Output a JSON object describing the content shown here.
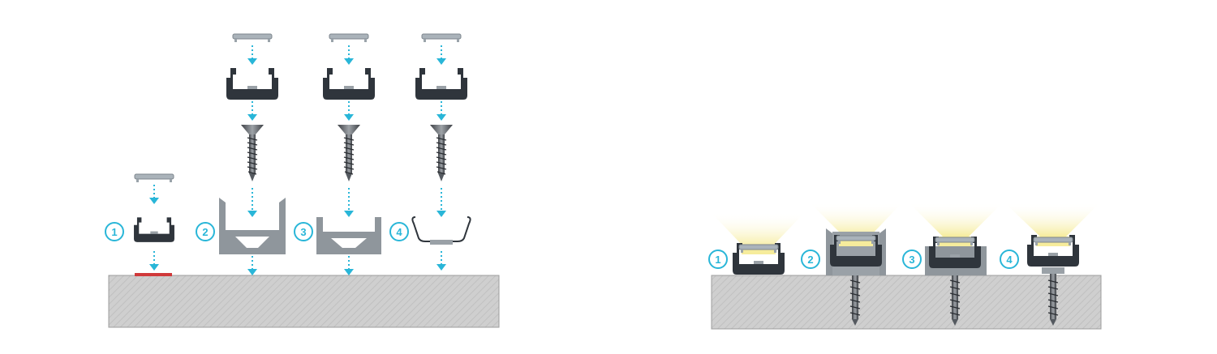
{
  "colors": {
    "arrow": "#29b6d8",
    "profile": "#2f353c",
    "cover": "#aab3ba",
    "adapter": "#8f969c",
    "surface": "#cfcfcf",
    "surface_hatch": "#bdbdbd",
    "adhesive": "#d0393a",
    "light": "#f6ec9c",
    "number_ring": "#29b6d8"
  },
  "left_panel": {
    "mounts": [
      {
        "number": "1",
        "method": "adhesive-tape"
      },
      {
        "number": "2",
        "method": "screw-with-deep-mount-clip"
      },
      {
        "number": "3",
        "method": "screw-with-flat-mount-clip"
      },
      {
        "number": "4",
        "method": "screw-with-spring-clip"
      }
    ]
  },
  "right_panel": {
    "mounts": [
      {
        "number": "1",
        "method": "adhesive-tape"
      },
      {
        "number": "2",
        "method": "screw-with-deep-mount-clip"
      },
      {
        "number": "3",
        "method": "screw-with-flat-mount-clip"
      },
      {
        "number": "4",
        "method": "screw-with-spring-clip"
      }
    ]
  }
}
